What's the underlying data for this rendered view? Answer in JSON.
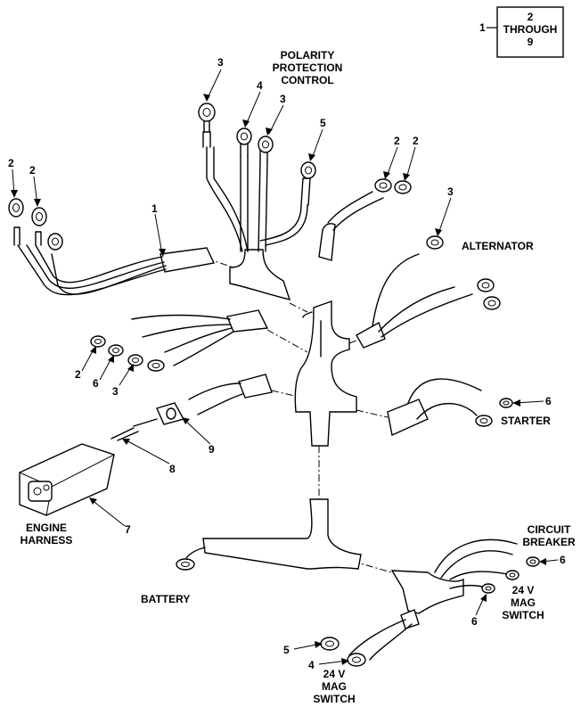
{
  "ref_box": {
    "left": "1",
    "line1": "2",
    "line2": "THROUGH",
    "line3": "9"
  },
  "labels": {
    "polarity": [
      "POLARITY",
      "PROTECTION",
      "CONTROL"
    ],
    "alternator": "ALTERNATOR",
    "starter": "STARTER",
    "engine_harness": [
      "ENGINE",
      "HARNESS"
    ],
    "circuit_breaker": [
      "CIRCUIT",
      "BREAKER"
    ],
    "battery": "BATTERY",
    "mag_switch_right": [
      "24 V",
      "MAG",
      "SWITCH"
    ],
    "mag_switch_bottom": [
      "24 V",
      "MAG",
      "SWITCH"
    ]
  },
  "callouts": {
    "c1": "1",
    "c2a": "2",
    "c2b": "2",
    "c2c": "2",
    "c2d": "2",
    "c2e": "2",
    "c3a": "3",
    "c3b": "3",
    "c3c": "3",
    "c3d": "3",
    "c4a": "4",
    "c4b": "4",
    "c5a": "5",
    "c5b": "5",
    "c6a": "6",
    "c6b": "6",
    "c6c": "6",
    "c6d": "6",
    "c7": "7",
    "c8": "8",
    "c9": "9"
  },
  "icons": [
    "ring-terminal-icon",
    "harness-connector-icon",
    "wire-harness-icon"
  ]
}
